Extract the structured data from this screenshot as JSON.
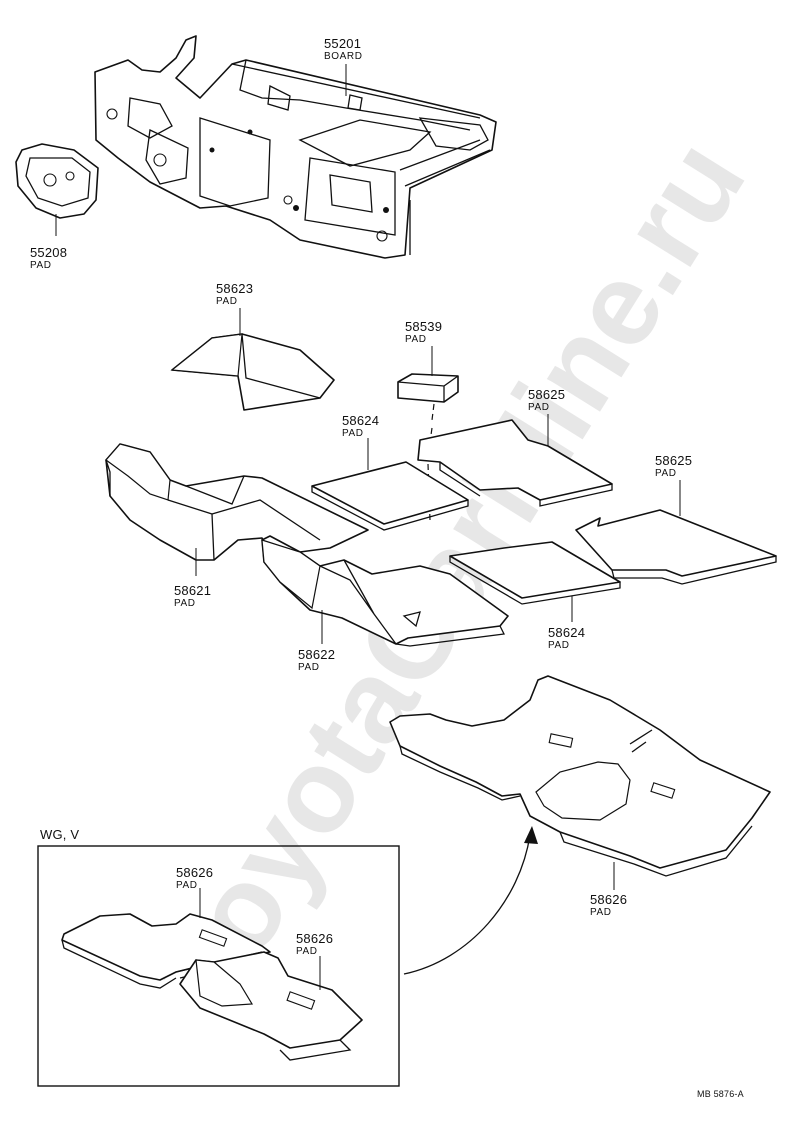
{
  "watermark": "ToyotaCarMine.ru",
  "inset_title": "WG, V",
  "figure_code": "MB 5876-A",
  "parts": {
    "p55201": {
      "number": "55201",
      "name": "BOARD"
    },
    "p55208": {
      "number": "55208",
      "name": "PAD"
    },
    "p58623": {
      "number": "58623",
      "name": "PAD"
    },
    "p58539": {
      "number": "58539",
      "name": "PAD"
    },
    "p58625a": {
      "number": "58625",
      "name": "PAD"
    },
    "p58624a": {
      "number": "58624",
      "name": "PAD"
    },
    "p58625b": {
      "number": "58625",
      "name": "PAD"
    },
    "p58621": {
      "number": "58621",
      "name": "PAD"
    },
    "p58622": {
      "number": "58622",
      "name": "PAD"
    },
    "p58624b": {
      "number": "58624",
      "name": "PAD"
    },
    "p58626a": {
      "number": "58626",
      "name": "PAD"
    },
    "p58626b": {
      "number": "58626",
      "name": "PAD"
    },
    "p58626c": {
      "number": "58626",
      "name": "PAD"
    }
  }
}
